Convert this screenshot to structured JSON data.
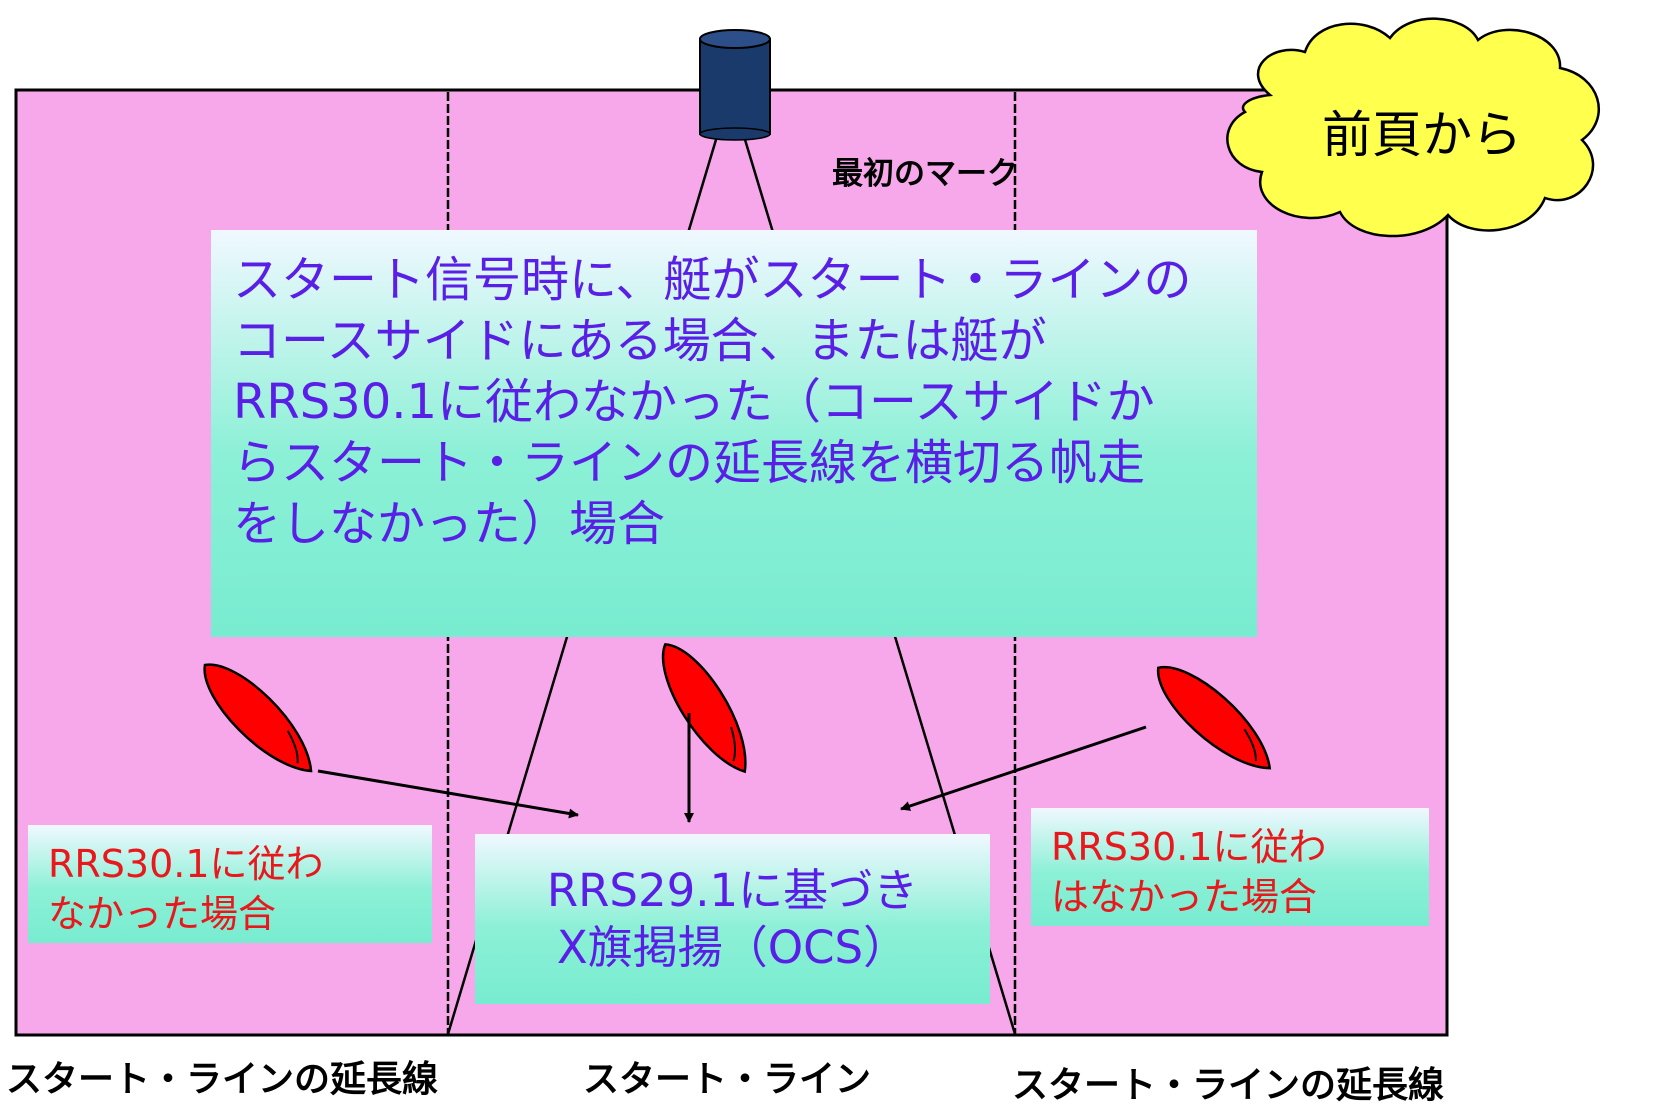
{
  "mark_label": "最初のマーク",
  "cloud_label": "前頁から",
  "main_note": {
    "lines": [
      "スタート信号時に、艇がスタート・ラインの",
      "コースサイドにある場合、または艇が",
      "RRS30.1に従わなかった（コースサイドか",
      "らスタート・ラインの延長線を横切る帆走",
      "をしなかった）場合"
    ]
  },
  "center_note": {
    "lines": [
      "RRS29.1に基づき",
      "X旗掲揚（OCS）"
    ]
  },
  "left_note": {
    "lines": [
      "RRS30.1に従わ",
      "なかった場合"
    ]
  },
  "right_note": {
    "lines": [
      "RRS30.1に従わ",
      "はなかった場合"
    ]
  },
  "bottom_labels": {
    "left": "スタート・ラインの延長線",
    "center": "スタート・ライン",
    "right": "スタート・ラインの延長線"
  },
  "colors": {
    "zone_fill": "#f7a8ea",
    "boat_fill": "#ff0000",
    "buoy_fill": "#1a3a6b",
    "cloud_fill": "#ffff4d",
    "note_text": "#5a1fe6",
    "side_note_text": "#e8181c"
  }
}
